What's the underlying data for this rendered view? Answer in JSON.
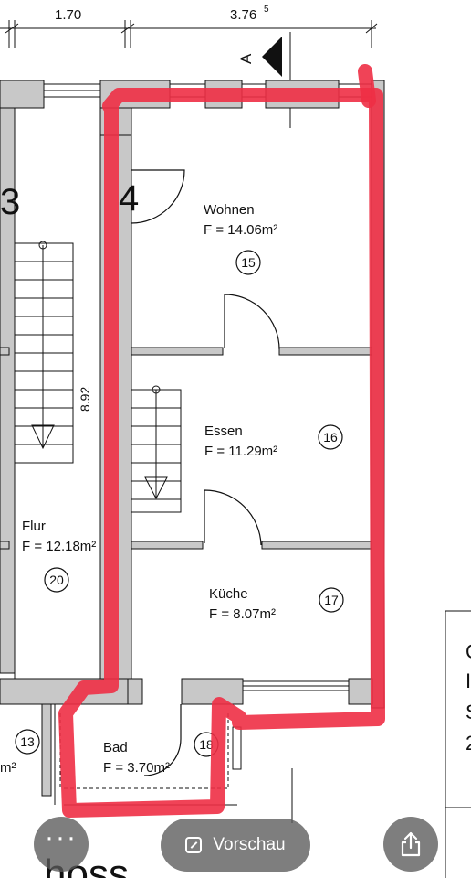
{
  "dimensions": {
    "left": "1.70",
    "right": "3.76",
    "right_sup": "5"
  },
  "section_marker": "A",
  "unit_labels": {
    "left": "3",
    "right": "4"
  },
  "stair_length": "8.92",
  "rooms": [
    {
      "name": "Wohnen",
      "area": "F = 14.06m²",
      "number": "15"
    },
    {
      "name": "Essen",
      "area": "F = 11.29m²",
      "number": "16"
    },
    {
      "name": "Küche",
      "area": "F = 8.07m²",
      "number": "17"
    },
    {
      "name": "Flur",
      "area": "F = 12.18m²",
      "number": "20"
    },
    {
      "name": "Bad",
      "area": "F = 3.70m²",
      "number": "18"
    },
    {
      "name": "",
      "area": "m²",
      "number": "13"
    }
  ],
  "cut_texts": {
    "bottom_left": "hoss",
    "right_edge": [
      "C",
      "I",
      "S",
      "2"
    ]
  },
  "highlight_color": "#ee2f45",
  "wall_color": "#c8c8c8",
  "toolbar": {
    "more_icon": "more-icon",
    "preview_label": "Vorschau",
    "preview_icon": "external-link-icon",
    "share_icon": "share-icon"
  }
}
